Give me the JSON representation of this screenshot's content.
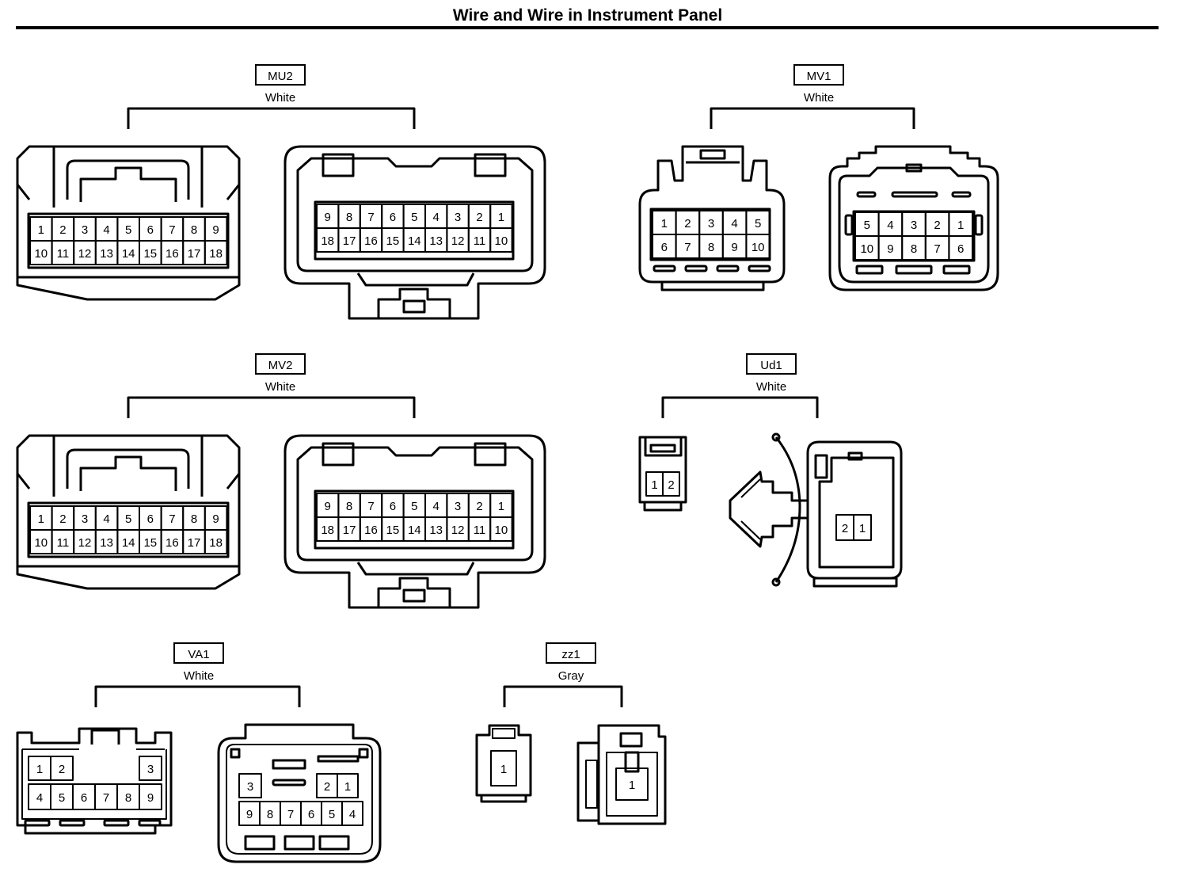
{
  "title": "Wire and Wire in Instrument Panel",
  "connectors": [
    {
      "id": "MU2",
      "color": "White",
      "male": {
        "rows": [
          [
            "1",
            "2",
            "3",
            "4",
            "5",
            "6",
            "7",
            "8",
            "9"
          ],
          [
            "10",
            "11",
            "12",
            "13",
            "14",
            "15",
            "16",
            "17",
            "18"
          ]
        ]
      },
      "female": {
        "rows": [
          [
            "9",
            "8",
            "7",
            "6",
            "5",
            "4",
            "3",
            "2",
            "1"
          ],
          [
            "18",
            "17",
            "16",
            "15",
            "14",
            "13",
            "12",
            "11",
            "10"
          ]
        ]
      }
    },
    {
      "id": "MV1",
      "color": "White",
      "male": {
        "rows": [
          [
            "1",
            "2",
            "3",
            "4",
            "5"
          ],
          [
            "6",
            "7",
            "8",
            "9",
            "10"
          ]
        ]
      },
      "female": {
        "rows": [
          [
            "5",
            "4",
            "3",
            "2",
            "1"
          ],
          [
            "10",
            "9",
            "8",
            "7",
            "6"
          ]
        ]
      }
    },
    {
      "id": "MV2",
      "color": "White",
      "male": {
        "rows": [
          [
            "1",
            "2",
            "3",
            "4",
            "5",
            "6",
            "7",
            "8",
            "9"
          ],
          [
            "10",
            "11",
            "12",
            "13",
            "14",
            "15",
            "16",
            "17",
            "18"
          ]
        ]
      },
      "female": {
        "rows": [
          [
            "9",
            "8",
            "7",
            "6",
            "5",
            "4",
            "3",
            "2",
            "1"
          ],
          [
            "18",
            "17",
            "16",
            "15",
            "14",
            "13",
            "12",
            "11",
            "10"
          ]
        ]
      }
    },
    {
      "id": "Ud1",
      "color": "White",
      "male": {
        "rows": [
          [
            "1",
            "2"
          ]
        ]
      },
      "female": {
        "rows": [
          [
            "2",
            "1"
          ]
        ]
      }
    },
    {
      "id": "VA1",
      "color": "White",
      "male": {
        "rows": [
          [
            "1",
            "2",
            "3"
          ],
          [
            "4",
            "5",
            "6",
            "7",
            "8",
            "9"
          ]
        ]
      },
      "female": {
        "rows": [
          [
            "3",
            "2",
            "1"
          ],
          [
            "9",
            "8",
            "7",
            "6",
            "5",
            "4"
          ]
        ]
      }
    },
    {
      "id": "zz1",
      "color": "Gray",
      "male": {
        "rows": [
          [
            "1"
          ]
        ]
      },
      "female": {
        "rows": [
          [
            "1"
          ]
        ]
      }
    }
  ]
}
